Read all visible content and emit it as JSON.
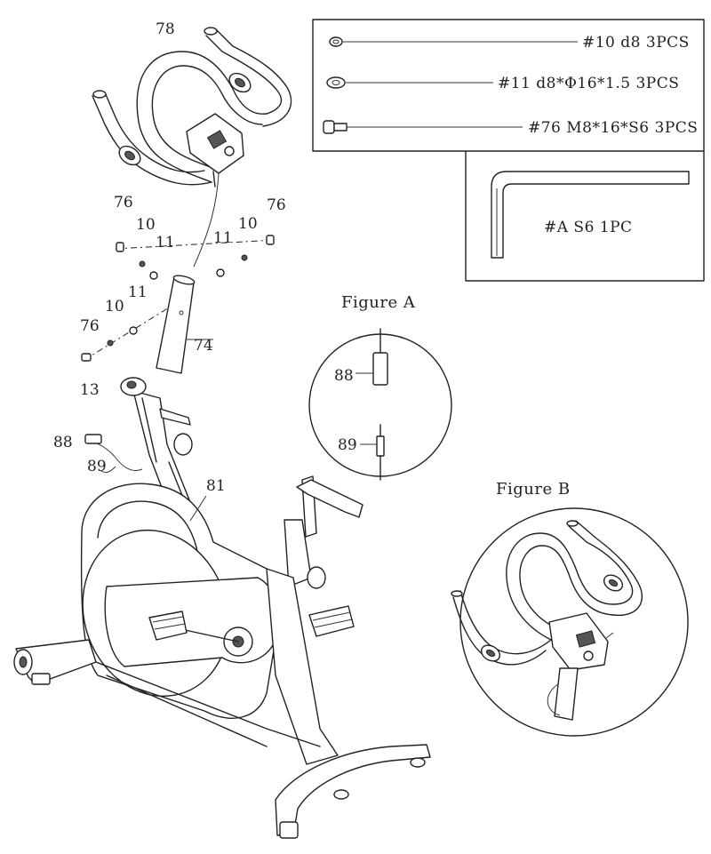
{
  "labels": {
    "l78": "78",
    "l76a": "76",
    "l10a": "10",
    "l11a": "11",
    "l11b": "11",
    "l10b": "10",
    "l76b": "76",
    "l11c": "11",
    "l10c": "10",
    "l76c": "76",
    "l74": "74",
    "l13": "13",
    "l88": "88",
    "l89": "89",
    "l81": "81",
    "figA88": "88",
    "figA89": "89"
  },
  "parts_box": {
    "washer10": "#10 d8 3PCS",
    "washer11": "#11 d8*Φ16*1.5 3PCS",
    "bolt76": "#76 M8*16*S6 3PCS",
    "allen_key": "#A S6 1PC"
  },
  "figures": {
    "a_title": "Figure A",
    "b_title": "Figure B"
  },
  "icons": [
    "washer-icon",
    "flat-washer-icon",
    "bolt-icon",
    "allen-key-icon",
    "bolt-icon",
    "washer-icon"
  ]
}
